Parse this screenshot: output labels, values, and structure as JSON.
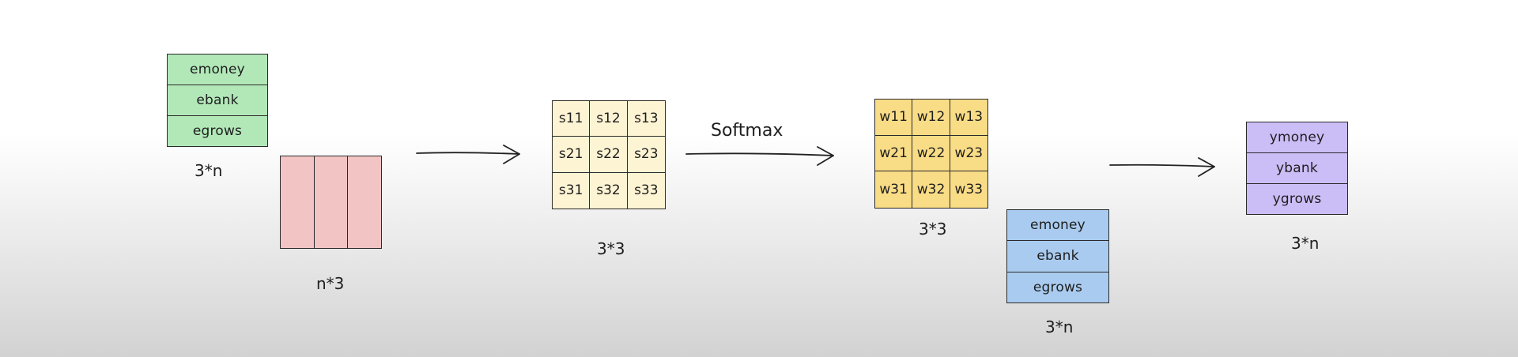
{
  "colors": {
    "green": "#b2e8b8",
    "pink": "#f3c4c4",
    "cream": "#fdf4d4",
    "yellow": "#f9dc86",
    "blue": "#a9cbef",
    "purple": "#cbbdf6"
  },
  "left_e": {
    "rows": [
      "emoney",
      "ebank",
      "egrows"
    ],
    "dims": "3*n"
  },
  "pink_matrix": {
    "dims": "n*3"
  },
  "s_matrix": {
    "cells": [
      "s11",
      "s12",
      "s13",
      "s21",
      "s22",
      "s23",
      "s31",
      "s32",
      "s33"
    ],
    "dims": "3*3"
  },
  "softmax_label": "Softmax",
  "w_matrix": {
    "cells": [
      "w11",
      "w12",
      "w13",
      "w21",
      "w22",
      "w23",
      "w31",
      "w32",
      "w33"
    ],
    "dims": "3*3"
  },
  "right_e": {
    "rows": [
      "emoney",
      "ebank",
      "egrows"
    ],
    "dims": "3*n"
  },
  "y_output": {
    "rows": [
      "ymoney",
      "ybank",
      "ygrows"
    ],
    "dims": "3*n"
  }
}
